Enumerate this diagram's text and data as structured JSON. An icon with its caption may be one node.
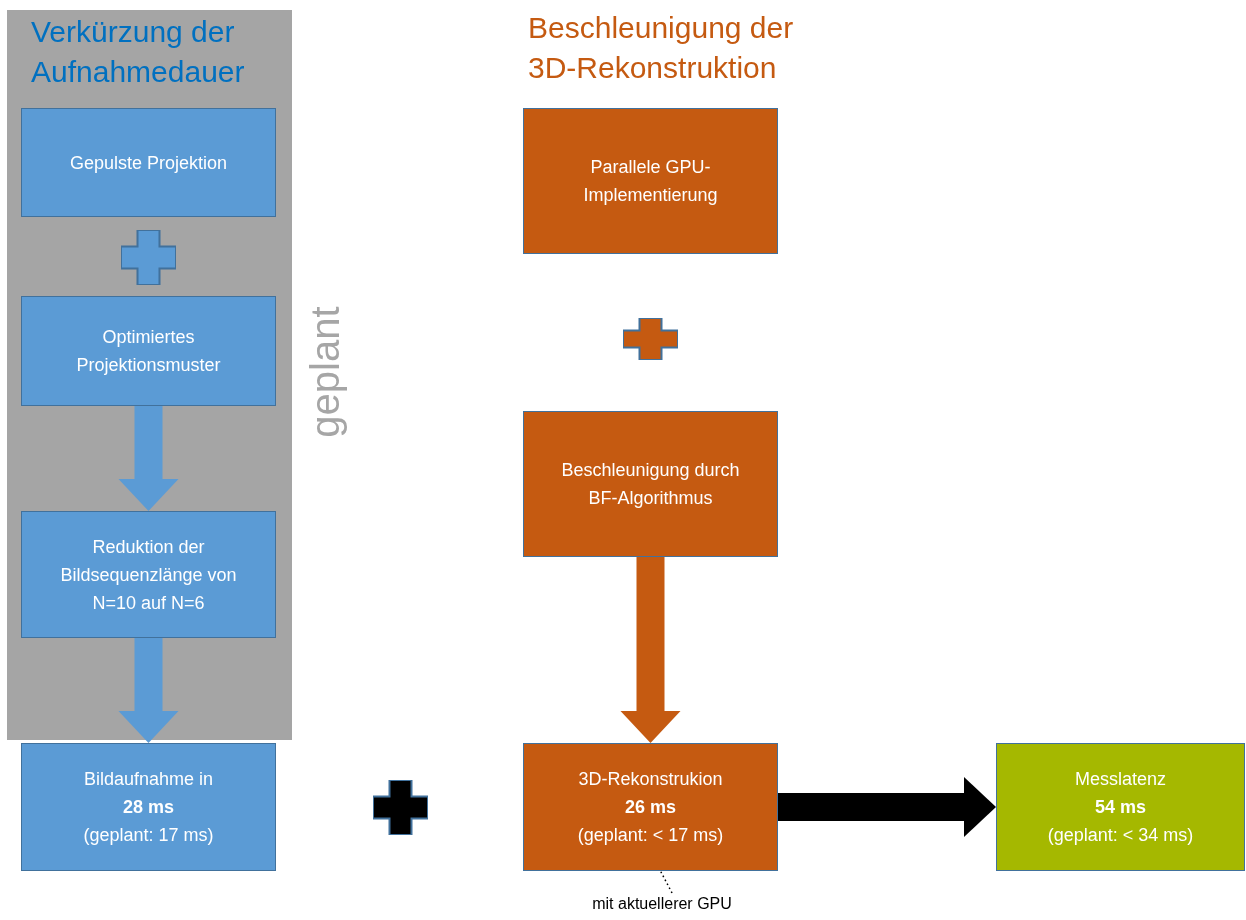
{
  "diagram": {
    "nodes": [
      {
        "text": [
          "Verkürzung der Aufnahmedauer"
        ],
        "beside": [
          "geplant"
        ]
      },
      {
        "text": [
          "Gepulste Projektion"
        ],
        "in": 0
      },
      {
        "text": [],
        "shape": "cross",
        "in": 0
      },
      {
        "text": [
          "Optimiertes Projektionsmuster"
        ],
        "in": 0
      },
      {
        "text": [
          "Reduktion der Bildsequenzlänge von N=10 auf N=6"
        ],
        "in": 0
      },
      {
        "text": [
          "Bildaufnahme in",
          "28 ms",
          "(geplant: 17 ms)"
        ]
      },
      {
        "text": [
          "Parallele GPU-Implementierung"
        ]
      },
      {
        "text": [],
        "shape": "cross"
      },
      {
        "text": [
          "Beschleunigung durch BF-Algorithmus"
        ]
      },
      {
        "text": [
          "3D-Rekonstrukion",
          "26 ms",
          "(geplant: < 17 ms)"
        ]
      },
      {
        "text": [],
        "shape": "cross"
      },
      {
        "text": [
          "Messlatenz",
          "54 ms",
          "(geplant: < 34 ms)"
        ]
      },
      {
        "text": [
          "mit aktuellerer GPU"
        ]
      }
    ],
    "edges": [
      {
        "from": 3,
        "to": 4,
        "arrow": "to"
      },
      {
        "from": 4,
        "to": 5,
        "arrow": "to"
      },
      {
        "from": 8,
        "to": 9,
        "arrow": "to",
        "color": "#c55a11"
      },
      {
        "from": 9,
        "to": 11,
        "arrow": "to",
        "color": "#000000"
      },
      {
        "from": 12,
        "to": 9,
        "arrow": "none",
        "style": "dashed",
        "color": "#000000"
      }
    ],
    "labels": [
      "Beschleunigung der 3D-Rekonstruktion"
    ]
  }
}
